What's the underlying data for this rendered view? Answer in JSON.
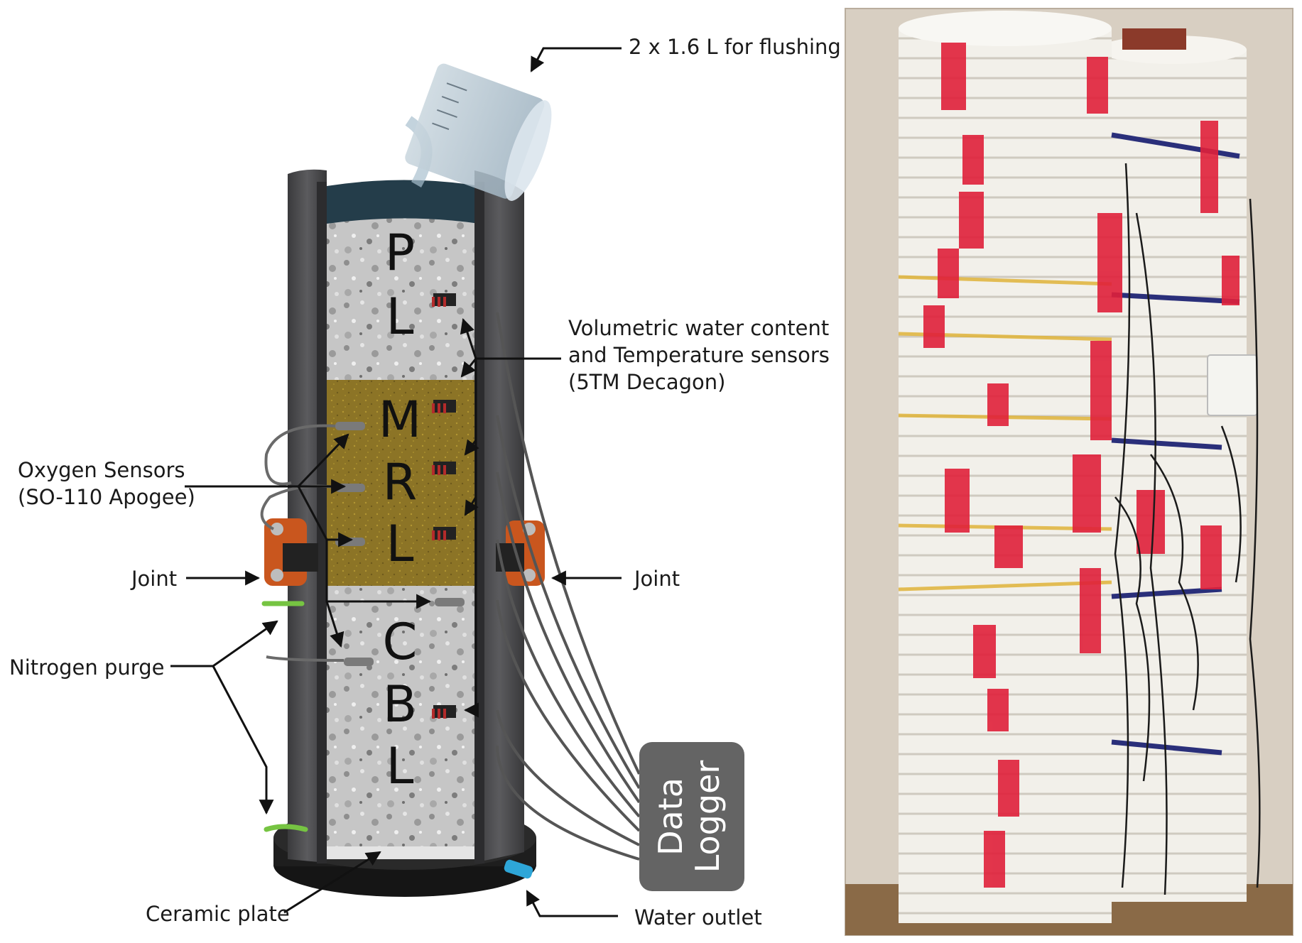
{
  "labels": {
    "flushing": "2 x 1.6 L for flushing",
    "vwc_line1": "Volumetric water content",
    "vwc_line2": "and Temperature sensors",
    "vwc_line3": "(5TM Decagon)",
    "oxygen_line1": "Oxygen Sensors",
    "oxygen_line2": "(SO-110 Apogee)",
    "joint_left": "Joint",
    "joint_right": "Joint",
    "nitrogen": "Nitrogen purge",
    "ceramic": "Ceramic plate",
    "water_outlet": "Water outlet",
    "logger_line1": "Data",
    "logger_line2": "Logger"
  },
  "layers": {
    "top": [
      "P",
      "L"
    ],
    "middle": [
      "M",
      "R",
      "L"
    ],
    "bottom": [
      "C",
      "B",
      "L"
    ]
  },
  "colors": {
    "column_wall": "#4a4a4c",
    "gravel": "#c9c9c9",
    "mrl_fill": "#8a7325",
    "water_top": "#243d4a",
    "joint_clamp": "#c9561e",
    "nitrogen_ring": "#76c442",
    "outlet_tube": "#2ea6d8",
    "logger_box": "#646464",
    "tape": "#e0203a",
    "foam": "#f3f1ec"
  }
}
